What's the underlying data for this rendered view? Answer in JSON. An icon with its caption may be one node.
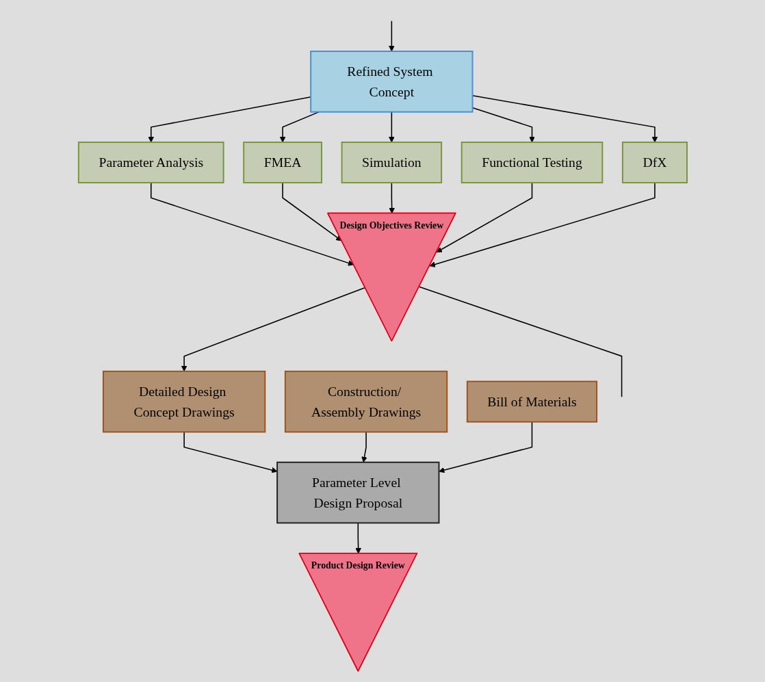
{
  "diagram": {
    "nodes": [
      {
        "text": [
          "Refined System Concept"
        ]
      },
      {
        "text": [
          "Parameter Analysis"
        ]
      },
      {
        "text": [
          "FMEA"
        ]
      },
      {
        "text": [
          "Simulation"
        ]
      },
      {
        "text": [
          "Functional Testing"
        ]
      },
      {
        "text": [
          "DfX"
        ]
      },
      {
        "text": [
          "Design Objectives Review"
        ]
      },
      {
        "text": [
          "Detailed Design Concept Drawings"
        ]
      },
      {
        "text": [
          "Construction/ Assembly Drawings"
        ]
      },
      {
        "text": [
          "Bill of Materials"
        ]
      },
      {
        "text": [
          "Parameter Level Design Proposal"
        ]
      },
      {
        "text": [
          "Product Design Review"
        ]
      }
    ],
    "edges": [
      {
        "from": null,
        "to": 0,
        "arrow": "to"
      },
      {
        "from": 0,
        "to": 1,
        "arrow": "to"
      },
      {
        "from": 0,
        "to": 2,
        "arrow": "to"
      },
      {
        "from": 0,
        "to": 3,
        "arrow": "to"
      },
      {
        "from": 0,
        "to": 4,
        "arrow": "to"
      },
      {
        "from": 0,
        "to": 5,
        "arrow": "to"
      },
      {
        "from": 1,
        "to": 6,
        "arrow": "to"
      },
      {
        "from": 2,
        "to": 6,
        "arrow": "to"
      },
      {
        "from": 3,
        "to": 6,
        "arrow": "to"
      },
      {
        "from": 4,
        "to": 6,
        "arrow": "to"
      },
      {
        "from": 5,
        "to": 6,
        "arrow": "to"
      },
      {
        "from": 6,
        "to": null,
        "arrow": "none"
      },
      {
        "from": 6,
        "to": 7,
        "arrow": "to"
      },
      {
        "from": 7,
        "to": 10,
        "arrow": "to"
      },
      {
        "from": 8,
        "to": 10,
        "arrow": "to"
      },
      {
        "from": 9,
        "to": 10,
        "arrow": "to"
      },
      {
        "from": 10,
        "to": 11,
        "arrow": "to"
      }
    ]
  }
}
